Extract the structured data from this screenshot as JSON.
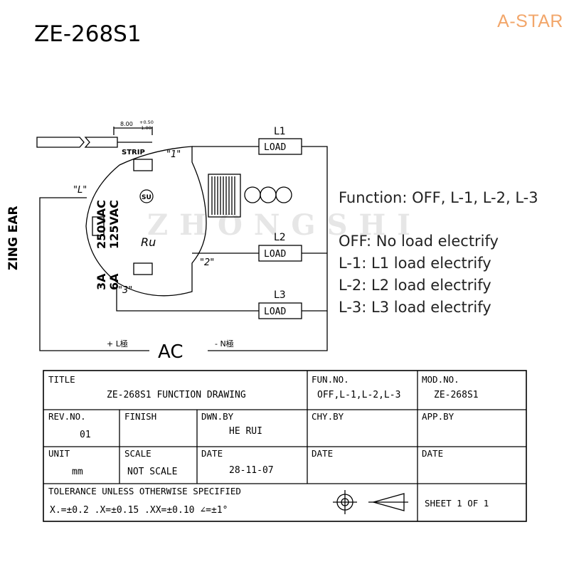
{
  "title": "ZE-268S1",
  "brand": "A-STAR",
  "watermark": "ZHONGSHI",
  "wiring": {
    "strip_dim": "8.00",
    "strip_tol_plus": "+0.50",
    "strip_tol_minus": "-1.00",
    "strip_label": "STRIP",
    "terminal_1": "\"1\"",
    "terminal_L": "\"L\"",
    "terminal_2": "\"2\"",
    "terminal_3": "\"3\"",
    "load1_label": "L1",
    "load2_label": "L2",
    "load3_label": "L3",
    "load_text": "LOAD",
    "switch_brand": "ZING EAR",
    "rating_a": "250VAC",
    "rating_b": "125VAC",
    "current_a": "3A",
    "current_b": "6A",
    "cert_mark": "SU",
    "ul_mark": "Ru",
    "ac_label": "AC",
    "l_pole": "+ L極",
    "n_pole": "- N極"
  },
  "functions": {
    "heading": "Function: OFF, L-1, L-2, L-3",
    "items": [
      "OFF: No load electrify",
      "L-1: L1 load electrify",
      "L-2: L2 load electrify",
      "L-3: L3 load electrify"
    ]
  },
  "title_block": {
    "title_label": "TITLE",
    "title_value": "ZE-268S1 FUNCTION DRAWING",
    "fun_label": "FUN.NO.",
    "fun_value": "OFF,L-1,L-2,L-3",
    "mod_label": "MOD.NO.",
    "mod_value": "ZE-268S1",
    "rev_label": "REV.NO.",
    "rev_value": "01",
    "finish_label": "FINISH",
    "dwn_label": "DWN.BY",
    "dwn_value": "HE RUI",
    "chy_label": "CHY.BY",
    "app_label": "APP.BY",
    "unit_label": "UNIT",
    "unit_value": "mm",
    "scale_label": "SCALE",
    "scale_value": "NOT SCALE",
    "date_label": "DATE",
    "date_value": "28-11-07",
    "date2_label": "DATE",
    "date3_label": "DATE",
    "tolerance_label": "TOLERANCE UNLESS OTHERWISE SPECIFIED",
    "tolerance_values": "X.=±0.2   .X=±0.15   .XX=±0.10  ∠=±1°",
    "sheet": "SHEET 1 OF 1"
  }
}
